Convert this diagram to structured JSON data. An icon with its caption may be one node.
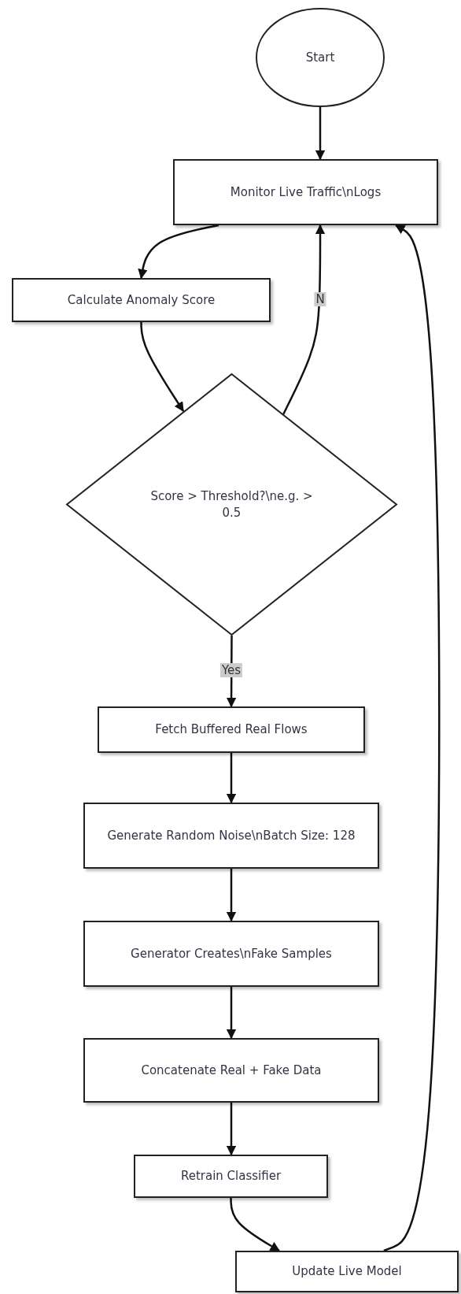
{
  "diagram": {
    "nodes": [
      {
        "text": [
          "Start"
        ]
      },
      {
        "text": [
          "Monitor Live Traffic\\nLogs"
        ]
      },
      {
        "text": [
          "Calculate Anomaly Score"
        ]
      },
      {
        "text": [
          "Score > Threshold?\\ne.g. > 0.5"
        ]
      },
      {
        "text": [
          "Fetch Buffered Real Flows"
        ]
      },
      {
        "text": [
          "Generate Random Noise\\nBatch Size: 128"
        ]
      },
      {
        "text": [
          "Generator Creates\\nFake Samples"
        ]
      },
      {
        "text": [
          "Concatenate Real + Fake Data"
        ]
      },
      {
        "text": [
          "Retrain Classifier"
        ]
      },
      {
        "text": [
          "Update Live Model"
        ]
      }
    ],
    "edges": [
      {
        "from": 0,
        "to": 1,
        "arrow": "to"
      },
      {
        "from": 1,
        "to": 2,
        "arrow": "to"
      },
      {
        "from": 2,
        "to": 3,
        "arrow": "to"
      },
      {
        "from": 3,
        "to": 1,
        "arrow": "to",
        "label": "N"
      },
      {
        "from": 3,
        "to": 4,
        "arrow": "to",
        "label": "Yes"
      },
      {
        "from": 4,
        "to": 5,
        "arrow": "to"
      },
      {
        "from": 5,
        "to": 6,
        "arrow": "to"
      },
      {
        "from": 6,
        "to": 7,
        "arrow": "to"
      },
      {
        "from": 7,
        "to": 8,
        "arrow": "to"
      },
      {
        "from": 8,
        "to": 9,
        "arrow": "to"
      },
      {
        "from": 9,
        "to": 1,
        "arrow": "to"
      }
    ]
  }
}
